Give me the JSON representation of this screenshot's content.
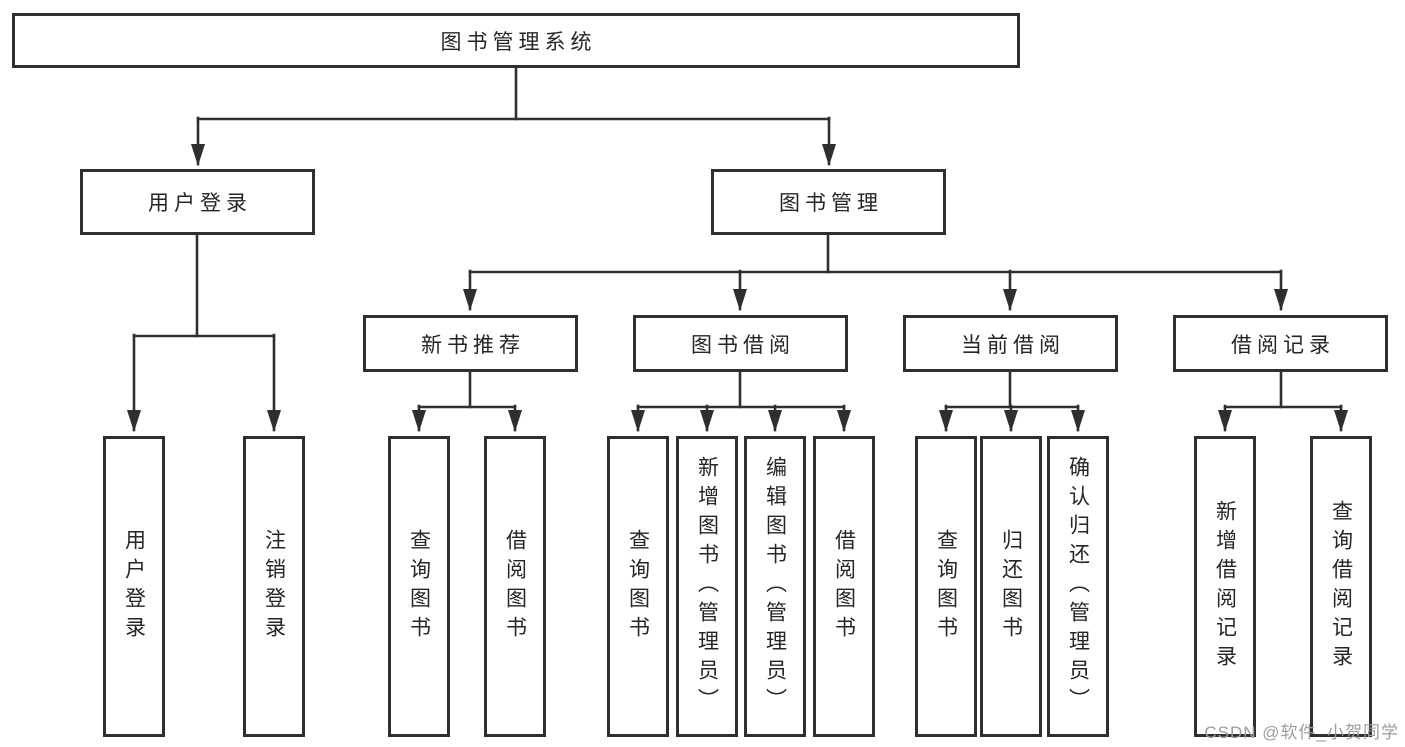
{
  "diagram_title": "图书管理系统",
  "tree": {
    "root": {
      "label": "图书管理系统"
    },
    "branches": [
      {
        "label": "用户登录",
        "children": [
          {
            "label": "用户登录"
          },
          {
            "label": "注销登录"
          }
        ]
      },
      {
        "label": "图书管理",
        "children": [
          {
            "label": "新书推荐",
            "children": [
              {
                "label": "查询图书"
              },
              {
                "label": "借阅图书"
              }
            ]
          },
          {
            "label": "图书借阅",
            "children": [
              {
                "label": "查询图书"
              },
              {
                "label": "新增图书（管理员）"
              },
              {
                "label": "编辑图书（管理员）"
              },
              {
                "label": "借阅图书"
              }
            ]
          },
          {
            "label": "当前借阅",
            "children": [
              {
                "label": "查询图书"
              },
              {
                "label": "归还图书"
              },
              {
                "label": "确认归还（管理员）"
              }
            ]
          },
          {
            "label": "借阅记录",
            "children": [
              {
                "label": "新增借阅记录"
              },
              {
                "label": "查询借阅记录"
              }
            ]
          }
        ]
      }
    ]
  },
  "watermark": "CSDN @软件_小贺同学",
  "colors": {
    "line": "#2f2f2f",
    "box_border": "#2f2f2f",
    "text": "#262626",
    "background": "#ffffff",
    "watermark_text": "#9c9c9c"
  }
}
